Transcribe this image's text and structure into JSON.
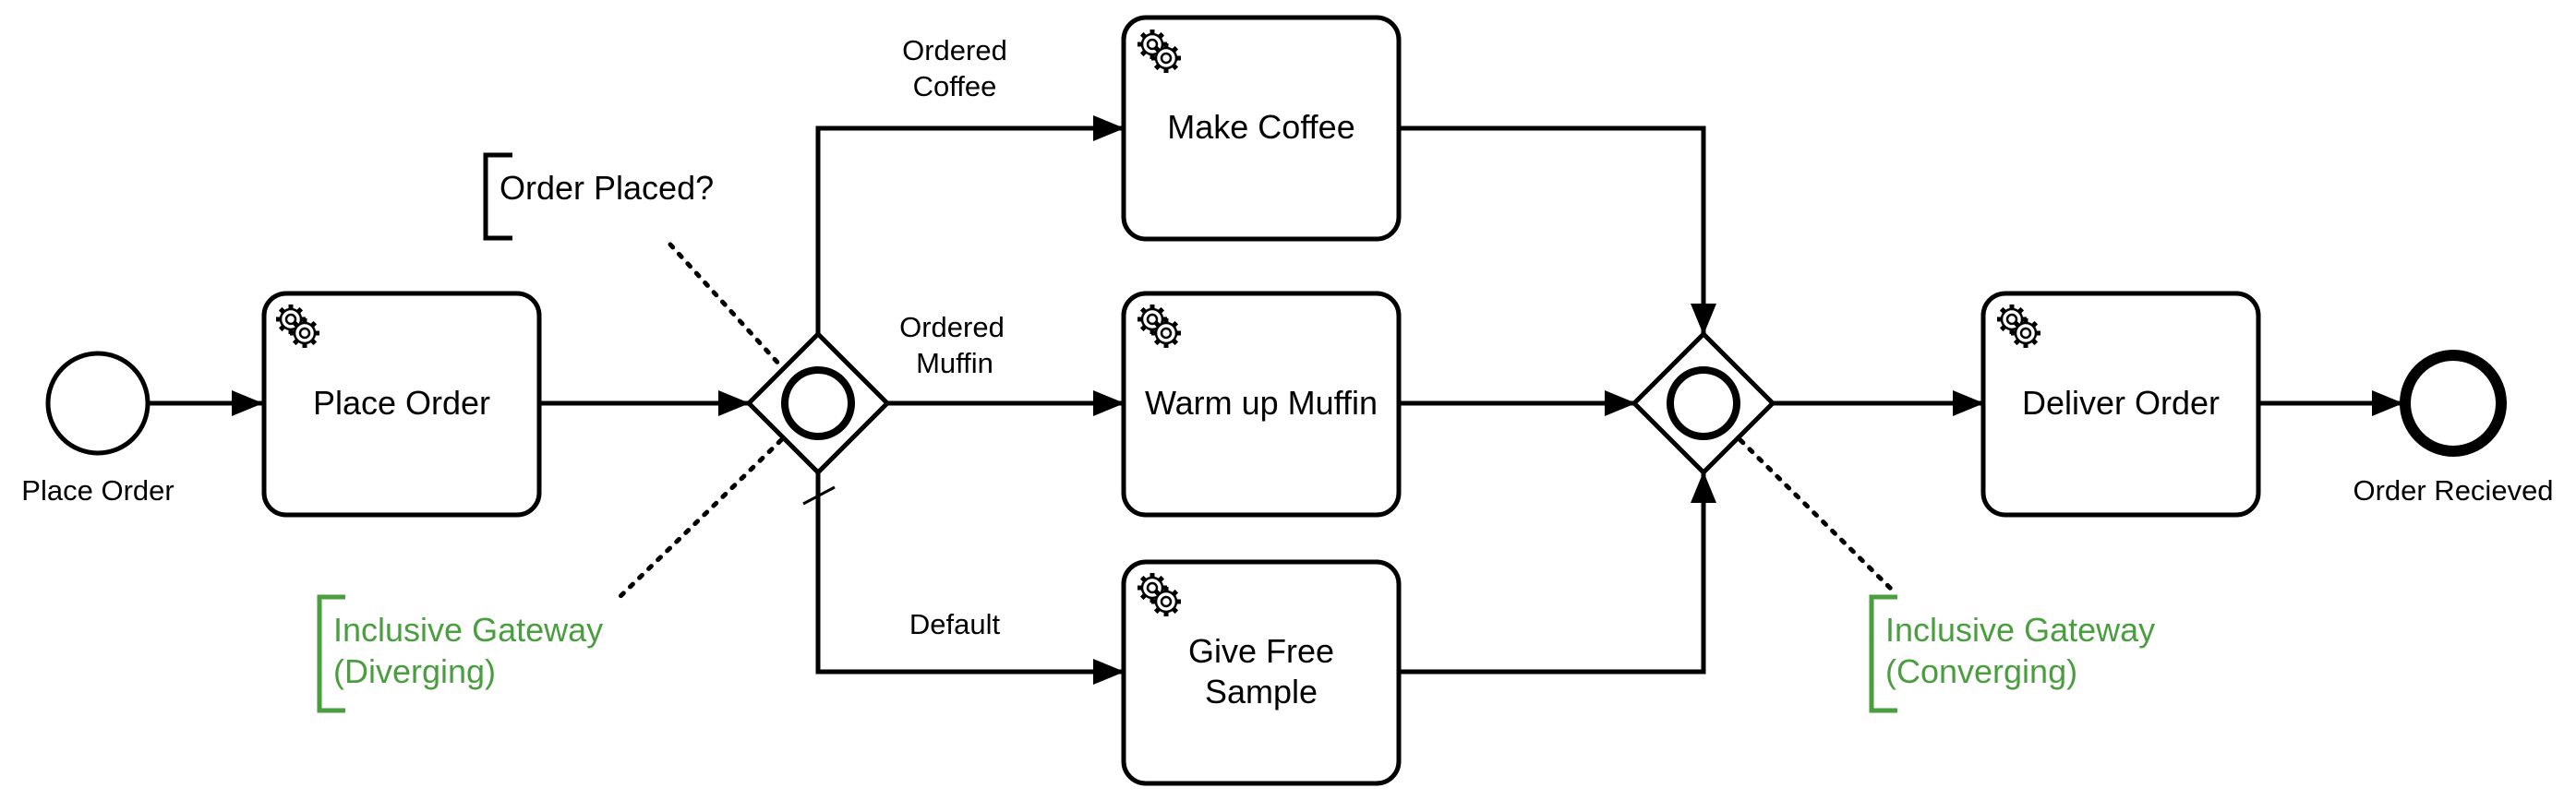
{
  "colors": {
    "stroke": "#000000",
    "annotation_green": "#4a9e3f",
    "background": "#ffffff"
  },
  "events": {
    "start": {
      "label": "Place Order"
    },
    "end": {
      "label": "Order Recieved"
    }
  },
  "tasks": {
    "place_order": {
      "label": "Place Order",
      "icon": "gear-icon"
    },
    "make_coffee": {
      "label": "Make Coffee",
      "icon": "gear-icon"
    },
    "warm_muffin": {
      "label": "Warm up Muffin",
      "icon": "gear-icon"
    },
    "free_sample": {
      "label_line1": "Give Free",
      "label_line2": "Sample",
      "icon": "gear-icon"
    },
    "deliver_order": {
      "label": "Deliver Order",
      "icon": "gear-icon"
    }
  },
  "gateways": {
    "diverging": {
      "type": "inclusive"
    },
    "converging": {
      "type": "inclusive"
    }
  },
  "flows": {
    "ordered_coffee": {
      "line1": "Ordered",
      "line2": "Coffee"
    },
    "ordered_muffin": {
      "line1": "Ordered",
      "line2": "Muffin"
    },
    "default": {
      "label": "Default"
    }
  },
  "annotations": {
    "order_placed": {
      "text": "Order Placed?"
    },
    "inclusive_diverging": {
      "line1": "Inclusive Gateway",
      "line2": "(Diverging)"
    },
    "inclusive_converging": {
      "line1": "Inclusive Gateway",
      "line2": "(Converging)"
    }
  }
}
